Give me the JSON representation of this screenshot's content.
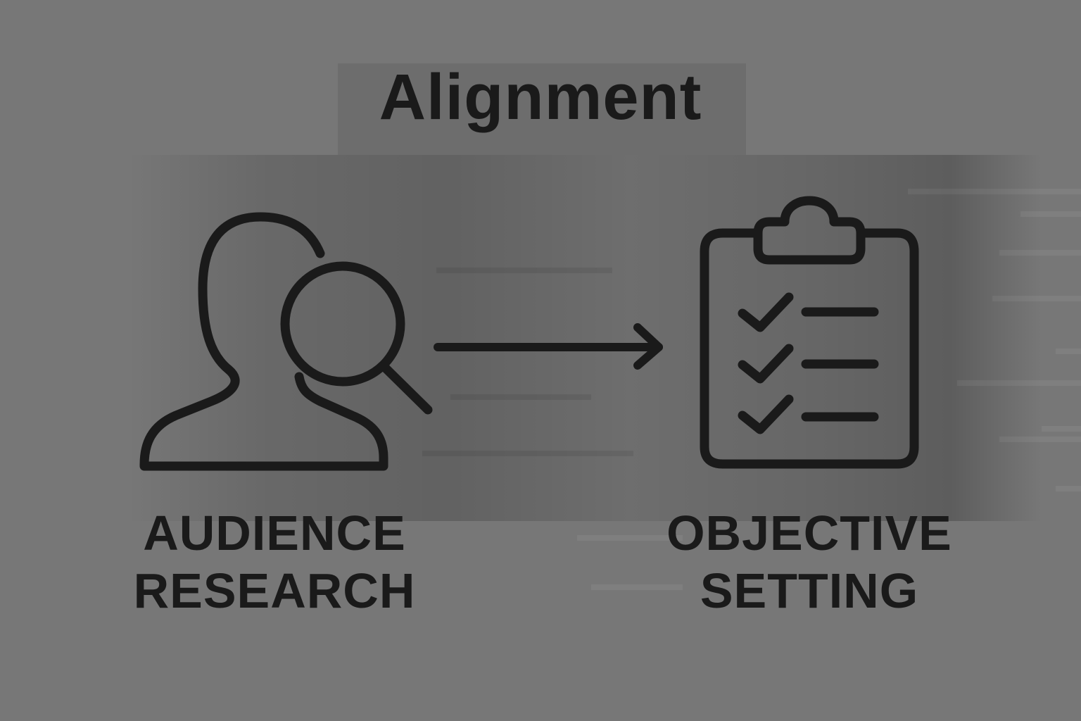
{
  "diagram": {
    "title": "Alignment",
    "nodes": [
      {
        "id": "audience-research",
        "icon": "person-search-icon",
        "label_lines": [
          "AUDIENCE",
          "RESEARCH"
        ]
      },
      {
        "id": "objective-setting",
        "icon": "clipboard-checklist-icon",
        "label_lines": [
          "OBJECTIVE",
          "SETTING"
        ]
      }
    ],
    "edges": [
      {
        "from": "audience-research",
        "to": "objective-setting",
        "style": "arrow"
      }
    ],
    "colors": {
      "background": "#777777",
      "stroke": "#1a1a1a",
      "text": "#1a1a1a"
    }
  }
}
